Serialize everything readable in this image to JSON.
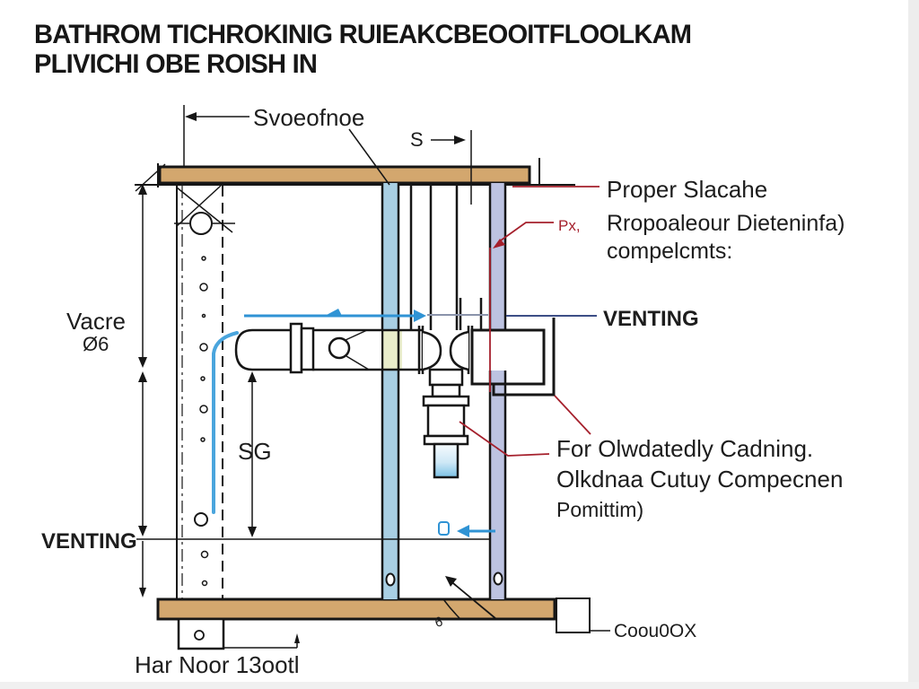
{
  "title": {
    "line1": "BATHROM TICHROKINIG RUIEAKCBEOOITFLOOLKAM",
    "line2": "PLIVICHI OBE ROISH IN"
  },
  "diagram": {
    "top_label": "Svoeofnoe",
    "top_dim": "S",
    "right": {
      "slope": "Proper Slacahe",
      "px": "Px,",
      "component1": "Rropoaleour Dieteninfa)",
      "component2": "compelcmts:",
      "venting": "VENTING",
      "cleanout1": "For Olwdatedly Cadning.",
      "cleanout2": "Olkdnaa Cutuy Compecnen",
      "cleanout3": "Pomittim)",
      "conduit": "Coou0OX"
    },
    "left": {
      "vacre": "Vacre",
      "vacre_size": "Ø6",
      "sg": "SG",
      "venting": "VENTING"
    },
    "bottom": {
      "floor": "Har Noor 13ootl",
      "grain": "6"
    }
  },
  "colors": {
    "beam": "#d3a76e",
    "pipe-blue": "#a9cfe3",
    "pipe-lavender": "#bdc3e1",
    "crossing-yellow": "#e9edcb",
    "flow-blue": "#2f93d4",
    "water-blue": "#4aa5dd",
    "leader-red": "#a5202c",
    "leader-navy": "#3d4f86",
    "ink": "#161616"
  }
}
